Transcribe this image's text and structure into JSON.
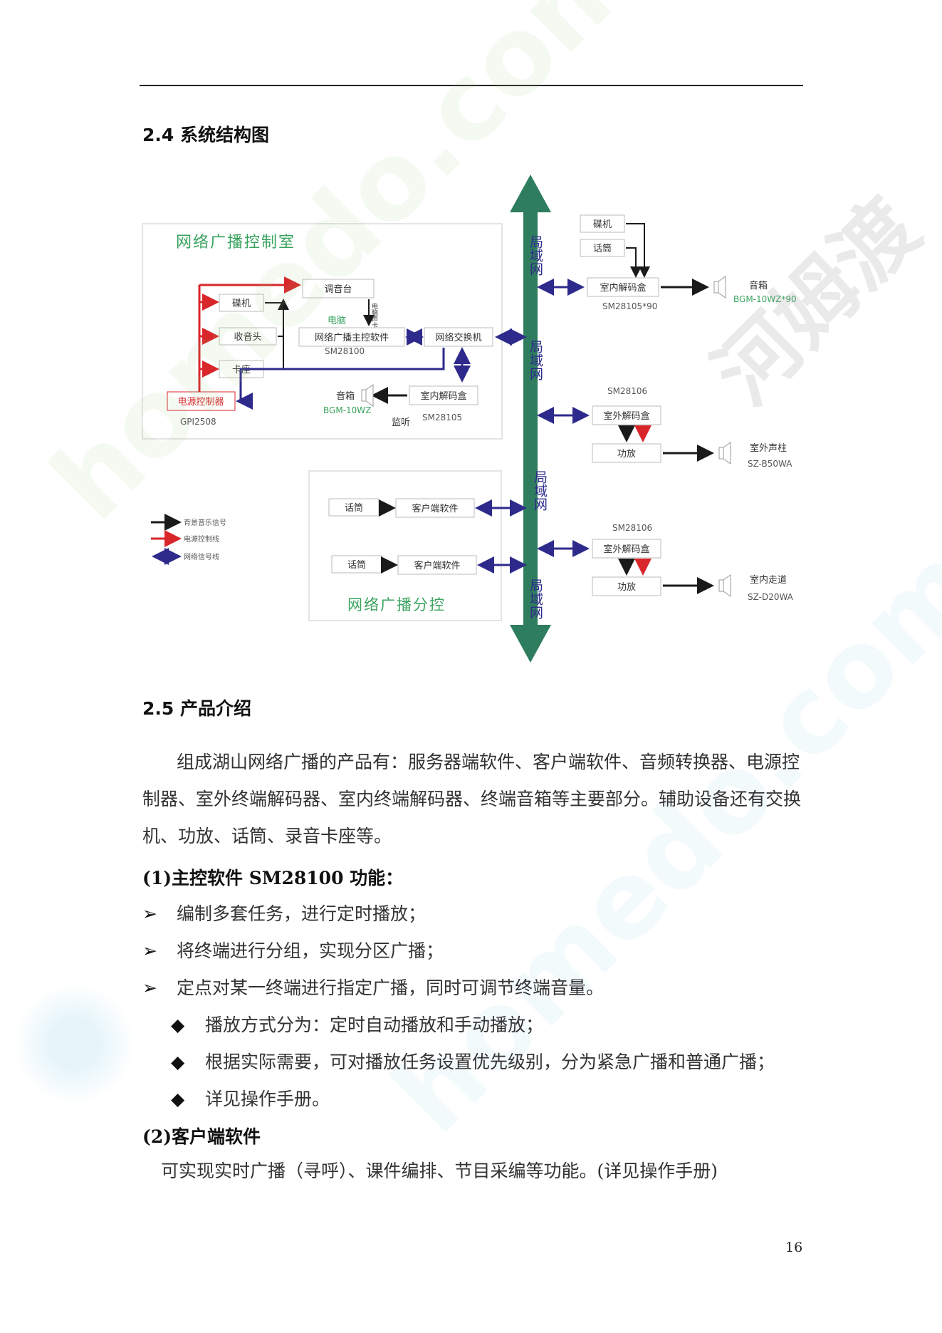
{
  "section_24": {
    "title": "2.4 系统结构图"
  },
  "diagram": {
    "control_room_title": "网络广播控制室",
    "branch_title": "网络广播分控",
    "lan_label": "局域网",
    "nodes": {
      "mixer": "调音台",
      "cd_player_left": "碟机",
      "tuner": "收音头",
      "cassette": "卡座",
      "power_controller": "电源控制器",
      "power_controller_model": "GPI2508",
      "computer_label": "电脑",
      "computer_signal_note": "电脑声卡",
      "master_software": "网络广播主控软件",
      "master_software_model": "SM28100",
      "switch": "网络交换机",
      "monitor_speaker": "音箱",
      "monitor_speaker_model": "BGM-10WZ",
      "monitor_label": "监听",
      "monitor_decoder": "室内解码盒",
      "monitor_decoder_model": "SM28105",
      "cd_player_right": "碟机",
      "mic_top": "话筒",
      "indoor_decoder_top": "室内解码盒",
      "indoor_decoder_top_model": "SM28105*90",
      "speaker_top": "音箱",
      "speaker_top_model": "BGM-10WZ*90",
      "outdoor_decoder_1": "室外解码盒",
      "outdoor_decoder_1_model": "SM28106",
      "amp_1": "功放",
      "outdoor_column": "室外声柱",
      "outdoor_column_model": "SZ-B50WA",
      "outdoor_decoder_2": "室外解码盒",
      "outdoor_decoder_2_model": "SM28106",
      "amp_2": "功放",
      "indoor_corridor": "室内走道",
      "indoor_corridor_model": "SZ-D20WA",
      "mic_branch_1": "话筒",
      "client_software_1": "客户端软件",
      "mic_branch_2": "话筒",
      "client_software_2": "客户端软件"
    },
    "legend": [
      {
        "label": "背景音乐信号",
        "color": "#1a1a1a"
      },
      {
        "label": "电源控制线",
        "color": "#d9262b"
      },
      {
        "label": "网络信号线",
        "color": "#2e2a8c"
      }
    ],
    "colors": {
      "lan_bar": "#2e7d5e",
      "title_green": "#3aa35f",
      "model_green": "#3aa35f"
    }
  },
  "section_25": {
    "title": "2.5 产品介绍",
    "intro": "组成湖山网络广播的产品有：服务器端软件、客户端软件、音频转换器、电源控制器、室外终端解码器、室内终端解码器、终端音箱等主要部分。辅助设备还有交换机、功放、话筒、录音卡座等。",
    "item1_title": "(1)主控软件 SM28100 功能：",
    "item1_points": [
      "编制多套任务，进行定时播放；",
      "将终端进行分组，实现分区广播；",
      "定点对某一终端进行指定广播，同时可调节终端音量。"
    ],
    "item1_subpoints": [
      "播放方式分为：定时自动播放和手动播放；",
      "根据实际需要，可对播放任务设置优先级别，分为紧急广播和普通广播；",
      "详见操作手册。"
    ],
    "item2_title": "(2)客户端软件",
    "item2_text": "可实现实时广播（寻呼）、课件编排、节目采编等功能。(详见操作手册)"
  },
  "watermark": {
    "text_latin": "homedo.com",
    "text_cjk": "河姆渡"
  },
  "page_number": "16"
}
